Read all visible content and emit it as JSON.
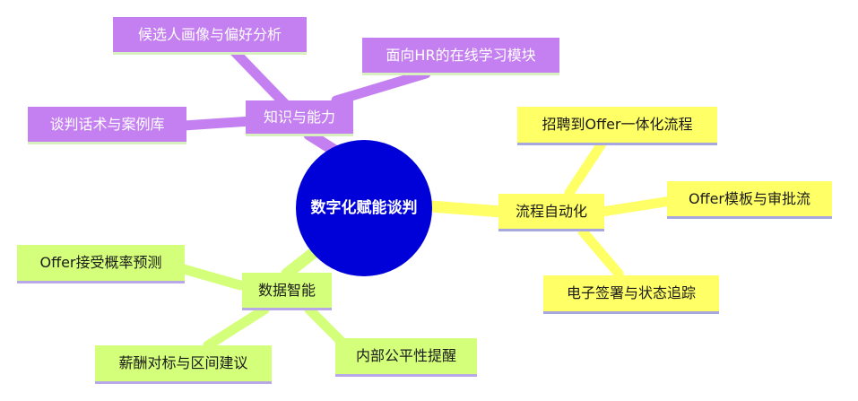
{
  "mindmap": {
    "center": {
      "label": "数字化赋能谈判",
      "color": "#0000d8"
    },
    "branches": [
      {
        "label": "知识与能力",
        "color": "#c480f0",
        "children": [
          {
            "label": "候选人画像与偏好分析"
          },
          {
            "label": "面向HR的在线学习模块"
          },
          {
            "label": "谈判话术与案例库"
          }
        ]
      },
      {
        "label": "流程自动化",
        "color": "#ffff66",
        "children": [
          {
            "label": "招聘到Offer一体化流程"
          },
          {
            "label": "Offer模板与审批流"
          },
          {
            "label": "电子签署与状态追踪"
          }
        ]
      },
      {
        "label": "数据智能",
        "color": "#d4ff7a",
        "children": [
          {
            "label": "Offer接受概率预测"
          },
          {
            "label": "薪酬对标与区间建议"
          },
          {
            "label": "内部公平性提醒"
          }
        ]
      }
    ]
  }
}
